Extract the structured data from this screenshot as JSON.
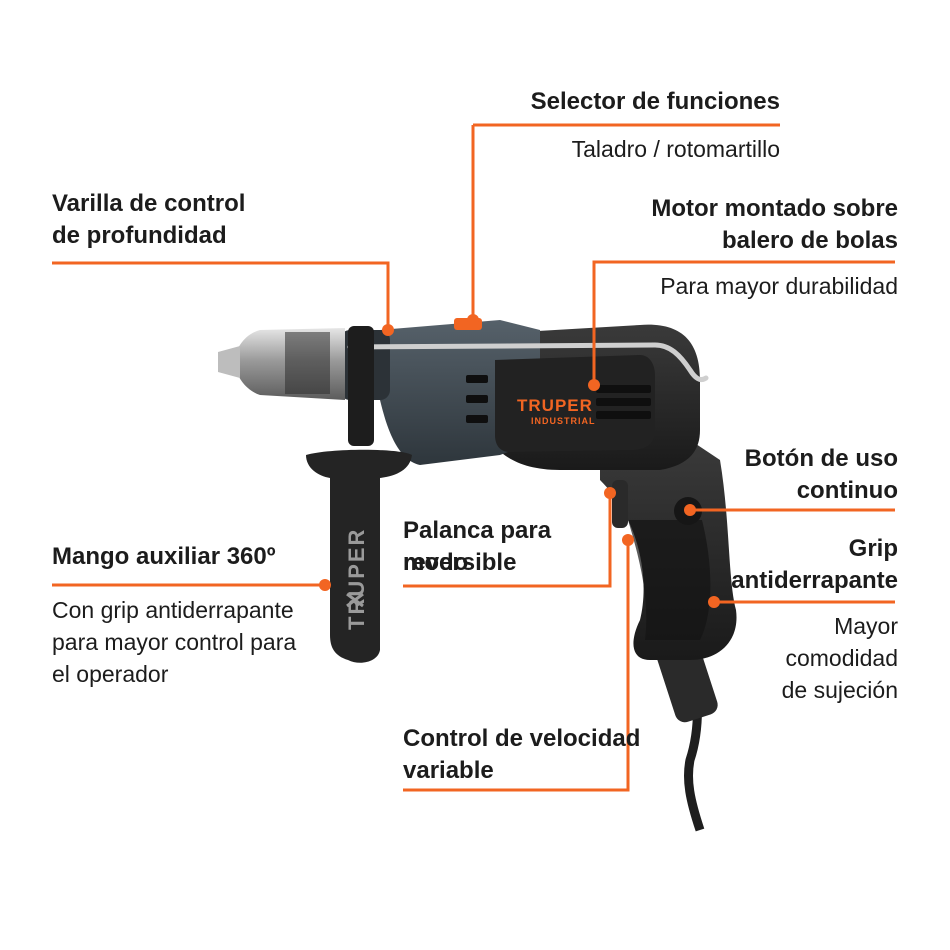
{
  "callouts": {
    "selector": {
      "title": "Selector de funciones",
      "desc": "Taladro / rotomartillo"
    },
    "varilla": {
      "title_line1": "Varilla de control",
      "title_line2": "de profundidad"
    },
    "motor": {
      "title_line1": "Motor montado sobre",
      "title_line2": "balero de bolas",
      "desc": "Para mayor durabilidad"
    },
    "boton": {
      "title_line1": "Botón de uso",
      "title_line2": "continuo"
    },
    "grip": {
      "title_line1": "Grip",
      "title_line2": "antiderrapante",
      "desc_line1": "Mayor",
      "desc_line2": "comodidad",
      "desc_line3": "de sujeción"
    },
    "palanca": {
      "title_line1": "Palanca para modo",
      "title_line2": "reversible"
    },
    "mango": {
      "title": "Mango auxiliar 360º",
      "desc_line1": "Con grip antiderrapante",
      "desc_line2": "para mayor control para",
      "desc_line3": "el operador"
    },
    "velocidad": {
      "title_line1": "Control de velocidad",
      "title_line2": "variable"
    }
  },
  "brand": {
    "main": "TRUPER",
    "sub": "INDUSTRIAL",
    "handle": "TRUPER"
  },
  "colors": {
    "accent": "#f26522",
    "body": "#2b2b2b",
    "housing": "#3f4a52",
    "chuck": "#b9b9b9"
  }
}
